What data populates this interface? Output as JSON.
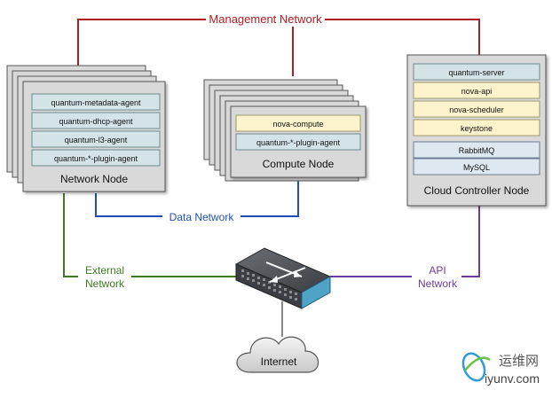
{
  "networks": {
    "management": {
      "label": "Management Network",
      "color": "#b01c23"
    },
    "data": {
      "label": "Data Network",
      "color": "#1f4fb4"
    },
    "external": {
      "label_line1": "External",
      "label_line2": "Network",
      "color": "#3e7a23"
    },
    "api": {
      "label_line1": "API",
      "label_line2": "Network",
      "color": "#6a3d9a"
    }
  },
  "network_node": {
    "title": "Network Node",
    "services": [
      "quantum-metadata-agent",
      "quantum-dhcp-agent",
      "quantum-l3-agent",
      "quantum-*-plugin-agent"
    ]
  },
  "compute_node": {
    "title": "Compute Node",
    "services": [
      "nova-compute",
      "quantum-*-plugin-agent"
    ]
  },
  "controller_node": {
    "title": "Cloud Controller Node",
    "services": [
      "quantum-server",
      "nova-api",
      "nova-scheduler",
      "keystone"
    ],
    "backends": [
      "RabbitMQ",
      "MySQL"
    ]
  },
  "internet": {
    "label": "Internet"
  },
  "watermark": {
    "cn": "运维网",
    "url": "iyunv.com"
  },
  "colors": {
    "node_fill": "#d9d9d9",
    "service_blue": "#d3e3e6",
    "service_yellow": "#fdf3cc",
    "backend_blue": "#dde8f1",
    "switch_blue": "#4fa3c7"
  }
}
